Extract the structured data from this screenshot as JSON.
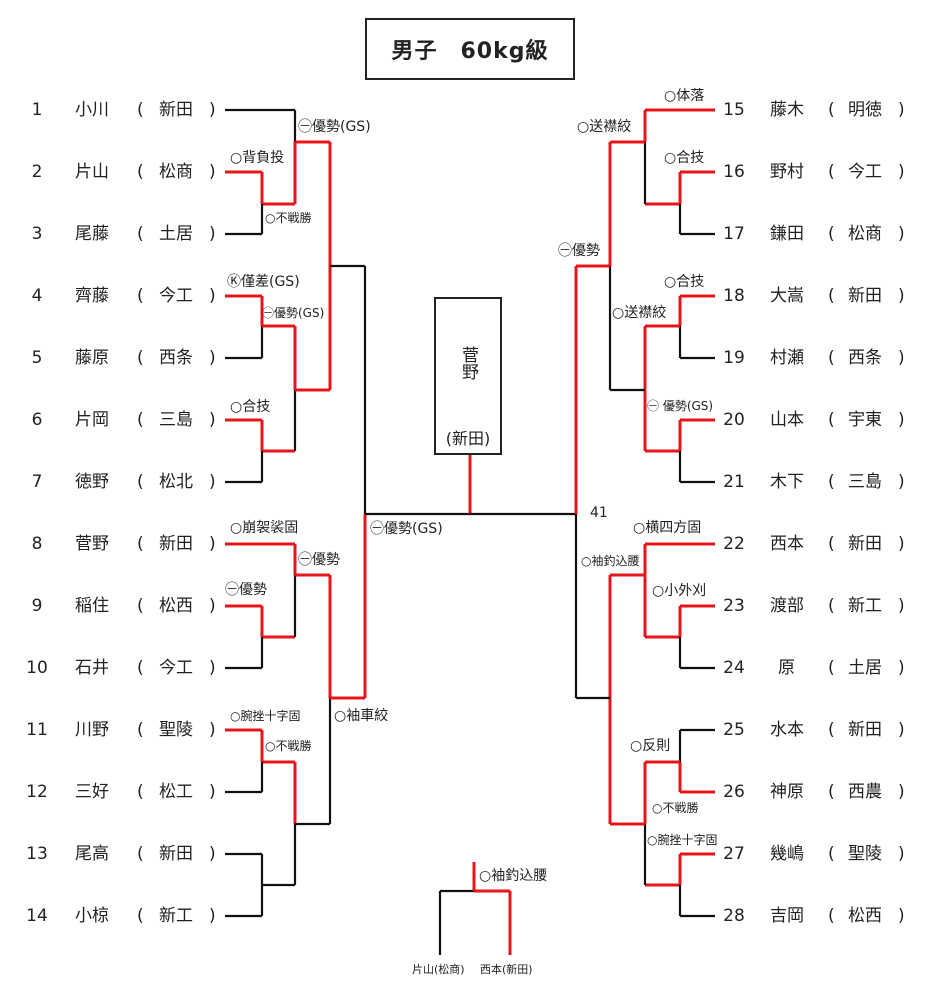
{
  "title": "男子　60kg級",
  "champion": {
    "name": "菅野",
    "team": "(新田)"
  },
  "final_number": "41",
  "left_entries": [
    {
      "no": "1",
      "name": "小川",
      "team": "新田",
      "withdrawn": true
    },
    {
      "no": "2",
      "name": "片山",
      "team": "松商",
      "withdrawn": false
    },
    {
      "no": "3",
      "name": "尾藤",
      "team": "土居",
      "withdrawn": false
    },
    {
      "no": "4",
      "name": "齊藤",
      "team": "今工",
      "withdrawn": false
    },
    {
      "no": "5",
      "name": "藤原",
      "team": "西条",
      "withdrawn": false
    },
    {
      "no": "6",
      "name": "片岡",
      "team": "三島",
      "withdrawn": false
    },
    {
      "no": "7",
      "name": "徳野",
      "team": "松北",
      "withdrawn": false
    },
    {
      "no": "8",
      "name": "菅野",
      "team": "新田",
      "withdrawn": false
    },
    {
      "no": "9",
      "name": "稲住",
      "team": "松西",
      "withdrawn": false
    },
    {
      "no": "10",
      "name": "石井",
      "team": "今工",
      "withdrawn": false
    },
    {
      "no": "11",
      "name": "川野",
      "team": "聖陵",
      "withdrawn": false
    },
    {
      "no": "12",
      "name": "三好",
      "team": "松工",
      "withdrawn": false
    },
    {
      "no": "13",
      "name": "尾高",
      "team": "新田",
      "withdrawn": true
    },
    {
      "no": "14",
      "name": "小椋",
      "team": "新工",
      "withdrawn": true
    }
  ],
  "right_entries": [
    {
      "no": "15",
      "name": "藤木",
      "team": "明徳",
      "withdrawn": false
    },
    {
      "no": "16",
      "name": "野村",
      "team": "今工",
      "withdrawn": false
    },
    {
      "no": "17",
      "name": "鎌田",
      "team": "松商",
      "withdrawn": false
    },
    {
      "no": "18",
      "name": "大嵩",
      "team": "新田",
      "withdrawn": false
    },
    {
      "no": "19",
      "name": "村瀬",
      "team": "西条",
      "withdrawn": false
    },
    {
      "no": "20",
      "name": "山本",
      "team": "宇東",
      "withdrawn": false
    },
    {
      "no": "21",
      "name": "木下",
      "team": "三島",
      "withdrawn": false
    },
    {
      "no": "22",
      "name": "西本",
      "team": "新田",
      "withdrawn": false
    },
    {
      "no": "23",
      "name": "渡部",
      "team": "新工",
      "withdrawn": false
    },
    {
      "no": "24",
      "name": "原",
      "team": "土居",
      "withdrawn": false
    },
    {
      "no": "25",
      "name": "水本",
      "team": "新田",
      "withdrawn": true
    },
    {
      "no": "26",
      "name": "神原",
      "team": "西農",
      "withdrawn": false
    },
    {
      "no": "27",
      "name": "幾嶋",
      "team": "聖陵",
      "withdrawn": false
    },
    {
      "no": "28",
      "name": "吉岡",
      "team": "松西",
      "withdrawn": false
    }
  ],
  "result_labels": [
    {
      "text": "㊀優勢(GS)"
    },
    {
      "text": "○背負投"
    },
    {
      "text": "○不戦勝"
    },
    {
      "text": "Ⓚ僅差(GS)"
    },
    {
      "text": "㊀優勢(GS)"
    },
    {
      "text": "○合技"
    },
    {
      "text": "○崩袈裟固"
    },
    {
      "text": "㊀優勢"
    },
    {
      "text": "㊀優勢"
    },
    {
      "text": "○腕挫十字固"
    },
    {
      "text": "○不戦勝"
    },
    {
      "text": "○袖車絞"
    },
    {
      "text": "㊀優勢(GS)"
    },
    {
      "text": "○体落"
    },
    {
      "text": "○送襟絞"
    },
    {
      "text": "○合技"
    },
    {
      "text": "㊀優勢"
    },
    {
      "text": "○合技"
    },
    {
      "text": "○送襟絞"
    },
    {
      "text": "㊀ 優勢(GS)"
    },
    {
      "text": "○横四方固"
    },
    {
      "text": "○袖釣込腰"
    },
    {
      "text": "○小外刈"
    },
    {
      "text": "○反則"
    },
    {
      "text": "○不戦勝"
    },
    {
      "text": "○腕挫十字固"
    }
  ],
  "third_place": {
    "result": "○袖釣込腰",
    "left_player": "片山(松商)",
    "right_player": "西本(新田)"
  },
  "colors": {
    "win": "#e8141c",
    "line": "#111111"
  }
}
